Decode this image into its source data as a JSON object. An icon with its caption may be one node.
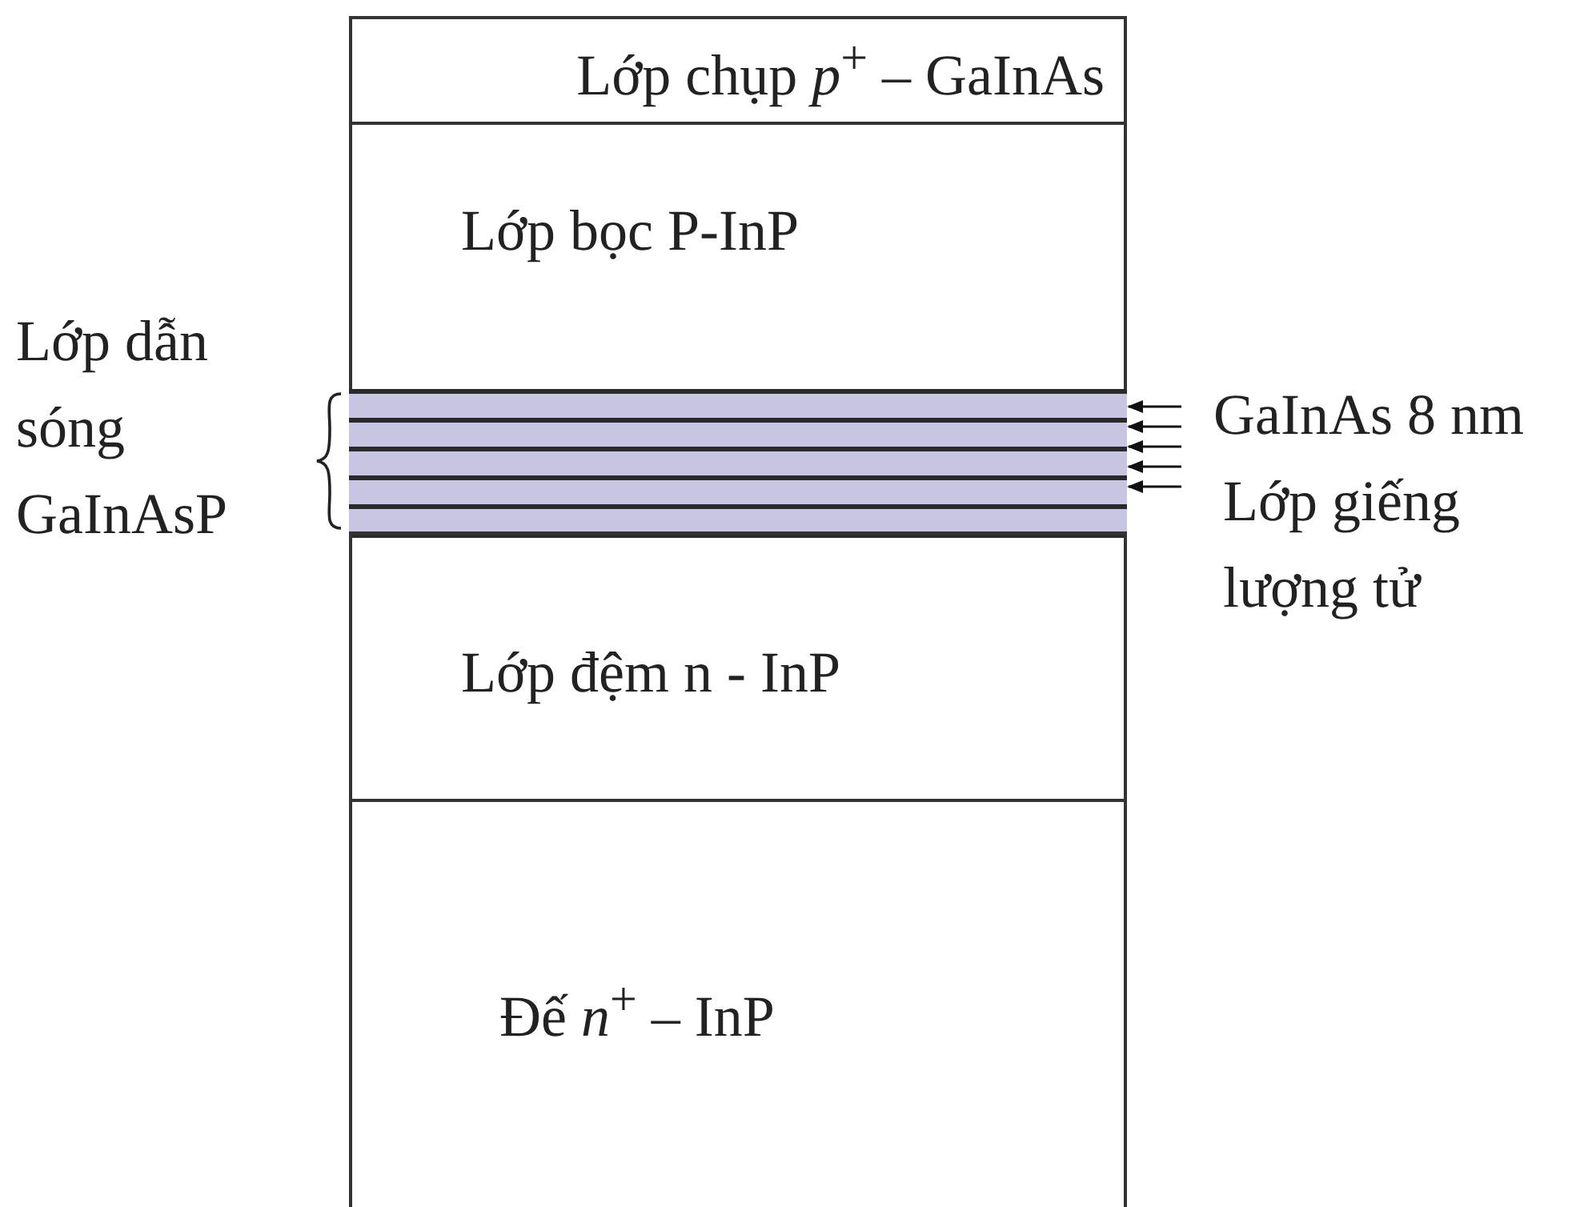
{
  "diagram": {
    "nodes": [
      {
        "text": [
          "Lớp chụp *p*$^{+}$ – GaInAs"
        ]
      },
      {
        "text": [
          "Lớp bọc P-InP"
        ]
      },
      {
        "text": [],
        "shape": "bar"
      },
      {
        "text": [],
        "shape": "bar"
      },
      {
        "text": [],
        "shape": "bar"
      },
      {
        "text": [],
        "shape": "bar"
      },
      {
        "text": [],
        "shape": "bar"
      },
      {
        "text": [
          "Lớp đệm n - InP"
        ]
      },
      {
        "text": [
          "Đế *n*$^{+}$ – InP"
        ]
      }
    ],
    "edges": [
      {
        "from": null,
        "to": 2,
        "arrow": "to"
      },
      {
        "from": null,
        "to": 3,
        "arrow": "to"
      },
      {
        "from": null,
        "to": 4,
        "arrow": "to"
      },
      {
        "from": null,
        "to": 5,
        "arrow": "to"
      },
      {
        "from": null,
        "to": 6,
        "arrow": "to"
      }
    ],
    "labels": [
      "Lớp dẫn sóng GaInAsP",
      "GaInAs 8 nm",
      "Lớp giếng lượng tử"
    ]
  }
}
